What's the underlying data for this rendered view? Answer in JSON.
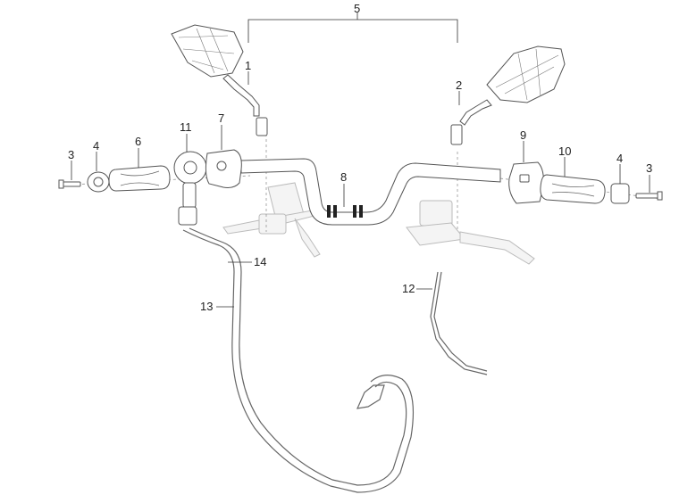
{
  "callouts": {
    "c1": "1",
    "c2": "2",
    "c3_left": "3",
    "c3_right": "3",
    "c4_left": "4",
    "c4_right": "4",
    "c5": "5",
    "c6": "6",
    "c7": "7",
    "c8": "8",
    "c9": "9",
    "c10": "10",
    "c11": "11",
    "c12": "12",
    "c13": "13",
    "c14": "14"
  }
}
